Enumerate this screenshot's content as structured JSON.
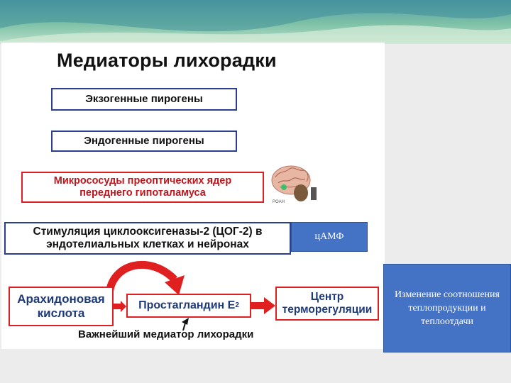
{
  "title": "Медиаторы лихорадки",
  "boxes": {
    "exogenous": "Экзогенные пирогены",
    "endogenous": "Эндогенные пирогены",
    "microvessels_line1": "Микрососуды преоптических ядер",
    "microvessels_line2": "переднего гипоталамуса",
    "cox_line1": "Стимуляция циклооксигеназы-2 (ЦОГ-2) в",
    "cox_line2": "эндотелиальных клетках и нейронах",
    "arachidonic_line1": "Арахидоновая",
    "arachidonic_line2": "кислота",
    "prostaglandin": "Простагландин Е",
    "prostaglandin_sub": "2",
    "center_line1": "Центр",
    "center_line2": "терморегуляции"
  },
  "camp": "цАМФ",
  "change_text": "Изменение соотношения теплопродукции и теплоотдачи",
  "caption": "Важнейший медиатор лихорадки",
  "brain_label": "POAH",
  "colors": {
    "blue_border": "#2a3f8f",
    "red": "#e02020",
    "dark_blue_arrow": "#1f3a78",
    "panel_blue": "#4472c4"
  }
}
